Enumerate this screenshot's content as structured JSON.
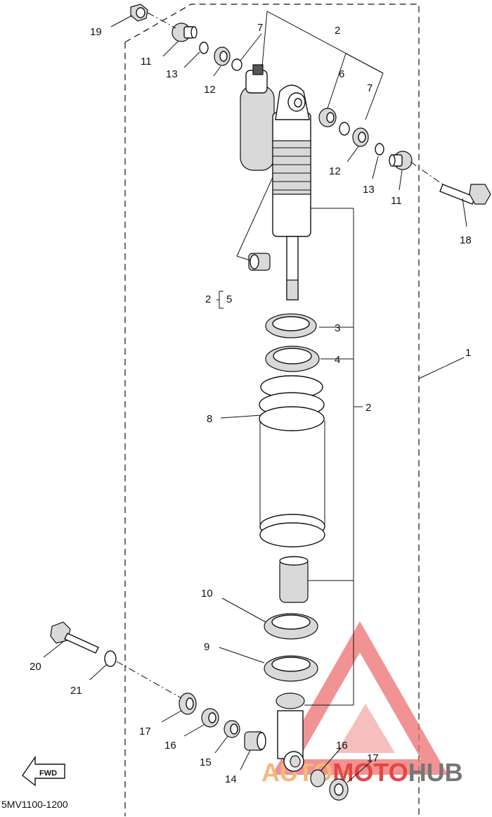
{
  "diagram_code": "5MV1100-1200",
  "fwd_label": "FWD",
  "watermark": {
    "part1": "AUTO",
    "part2": "MOTO",
    "part3": "HUB",
    "color1": "#f5b87a",
    "color2": "#e64545",
    "color3": "#777777"
  },
  "callouts": {
    "c1": "1",
    "c2a": "2",
    "c2b": "2",
    "c2c": "2",
    "c3": "3",
    "c4": "4",
    "c5": "5",
    "c6": "6",
    "c7a": "7",
    "c7b": "7",
    "c8": "8",
    "c9": "9",
    "c10": "10",
    "c11a": "11",
    "c11b": "11",
    "c12a": "12",
    "c12b": "12",
    "c13a": "13",
    "c13b": "13",
    "c14": "14",
    "c15": "15",
    "c16a": "16",
    "c16b": "16",
    "c17a": "17",
    "c17b": "17",
    "c18": "18",
    "c19": "19",
    "c20": "20",
    "c21": "21"
  }
}
